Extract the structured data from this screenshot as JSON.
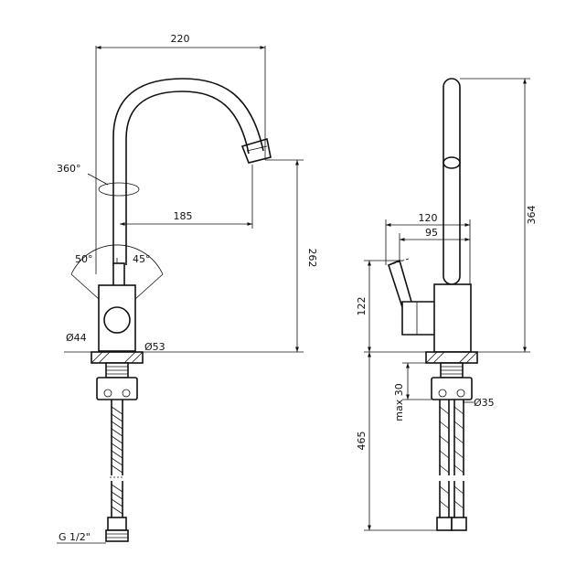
{
  "front_view": {
    "width_220": "220",
    "reach_185": "185",
    "height_262": "262",
    "rotation_360": "360°",
    "angle_50": "50°",
    "angle_45": "45°",
    "dia_44": "Ø44",
    "dia_53": "Ø53",
    "thread": "G 1/2\""
  },
  "side_view": {
    "dim_120": "120",
    "dim_95": "95",
    "height_364": "364",
    "dim_122": "122",
    "max_30": "max 30",
    "hose_465": "465",
    "dia_35": "Ø35"
  }
}
